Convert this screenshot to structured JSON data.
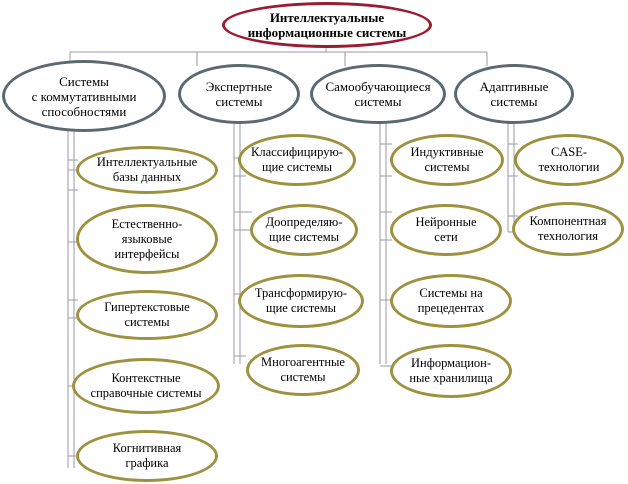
{
  "root": {
    "label": "Интеллектуальные\nинформационные системы"
  },
  "categories": [
    {
      "label": "Системы\nс коммутативными\nспособностями",
      "items": [
        "Интеллектуальные\nбазы данных",
        "Естественно-\nязыковые\nинтерфейсы",
        "Гипертекстовые\nсистемы",
        "Контекстные\nсправочные системы",
        "Когнитивная\nграфика"
      ]
    },
    {
      "label": "Экспертные\nсистемы",
      "items": [
        "Классифицирую-\nщие системы",
        "Доопределяю-\nщие системы",
        "Трансформирую-\nщие системы",
        "Многоагентные\nсистемы"
      ]
    },
    {
      "label": "Самообучающиеся\nсистемы",
      "items": [
        "Индуктивные\nсистемы",
        "Нейронные\nсети",
        "Системы на\nпрецедентах",
        "Информацион-\nные хранилища"
      ]
    },
    {
      "label": "Адаптивные\nсистемы",
      "items": [
        "CASE-\nтехнологии",
        "Компонентная\nтехнология"
      ]
    }
  ]
}
